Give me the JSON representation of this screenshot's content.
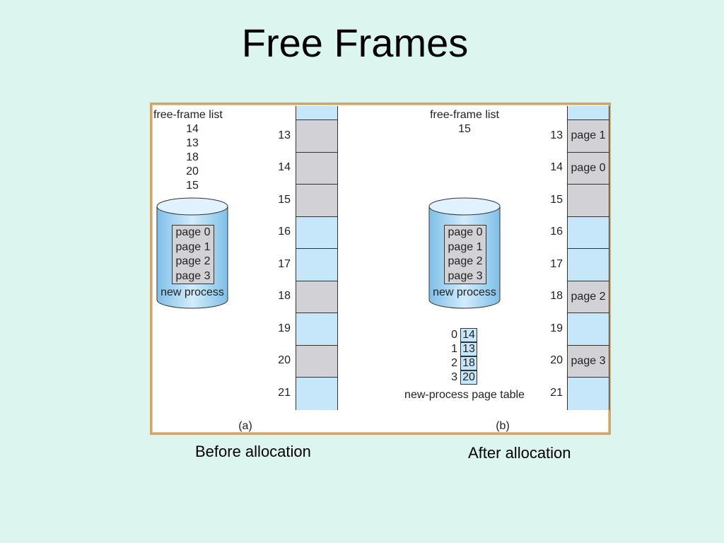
{
  "slide": {
    "title": "Free Frames",
    "caption_before": "Before allocation",
    "caption_after": "After allocation"
  },
  "panel_a": {
    "free_frame_list_label": "free-frame list",
    "free_frame_list": [
      "14",
      "13",
      "18",
      "20",
      "15"
    ],
    "disk_pages": [
      "page 0",
      "page 1",
      "page 2",
      "page 3"
    ],
    "disk_label": "new process",
    "panel_label": "(a)",
    "frames": [
      {
        "num": "13",
        "state": "used",
        "content": ""
      },
      {
        "num": "14",
        "state": "used",
        "content": ""
      },
      {
        "num": "15",
        "state": "used",
        "content": ""
      },
      {
        "num": "16",
        "state": "free",
        "content": ""
      },
      {
        "num": "17",
        "state": "free",
        "content": ""
      },
      {
        "num": "18",
        "state": "used",
        "content": ""
      },
      {
        "num": "19",
        "state": "free",
        "content": ""
      },
      {
        "num": "20",
        "state": "used",
        "content": ""
      },
      {
        "num": "21",
        "state": "free",
        "content": ""
      }
    ]
  },
  "panel_b": {
    "free_frame_list_label": "free-frame list",
    "free_frame_list": [
      "15"
    ],
    "disk_pages": [
      "page 0",
      "page 1",
      "page 2",
      "page 3"
    ],
    "disk_label": "new process",
    "page_table_label": "new-process page table",
    "page_table": [
      {
        "index": "0",
        "frame": "14"
      },
      {
        "index": "1",
        "frame": "13"
      },
      {
        "index": "2",
        "frame": "18"
      },
      {
        "index": "3",
        "frame": "20"
      }
    ],
    "panel_label": "(b)",
    "frames": [
      {
        "num": "13",
        "state": "used",
        "content": "page 1"
      },
      {
        "num": "14",
        "state": "used",
        "content": "page 0"
      },
      {
        "num": "15",
        "state": "used",
        "content": ""
      },
      {
        "num": "16",
        "state": "free",
        "content": ""
      },
      {
        "num": "17",
        "state": "free",
        "content": ""
      },
      {
        "num": "18",
        "state": "used",
        "content": "page 2"
      },
      {
        "num": "19",
        "state": "free",
        "content": ""
      },
      {
        "num": "20",
        "state": "used",
        "content": "page 3"
      },
      {
        "num": "21",
        "state": "free",
        "content": ""
      }
    ]
  }
}
